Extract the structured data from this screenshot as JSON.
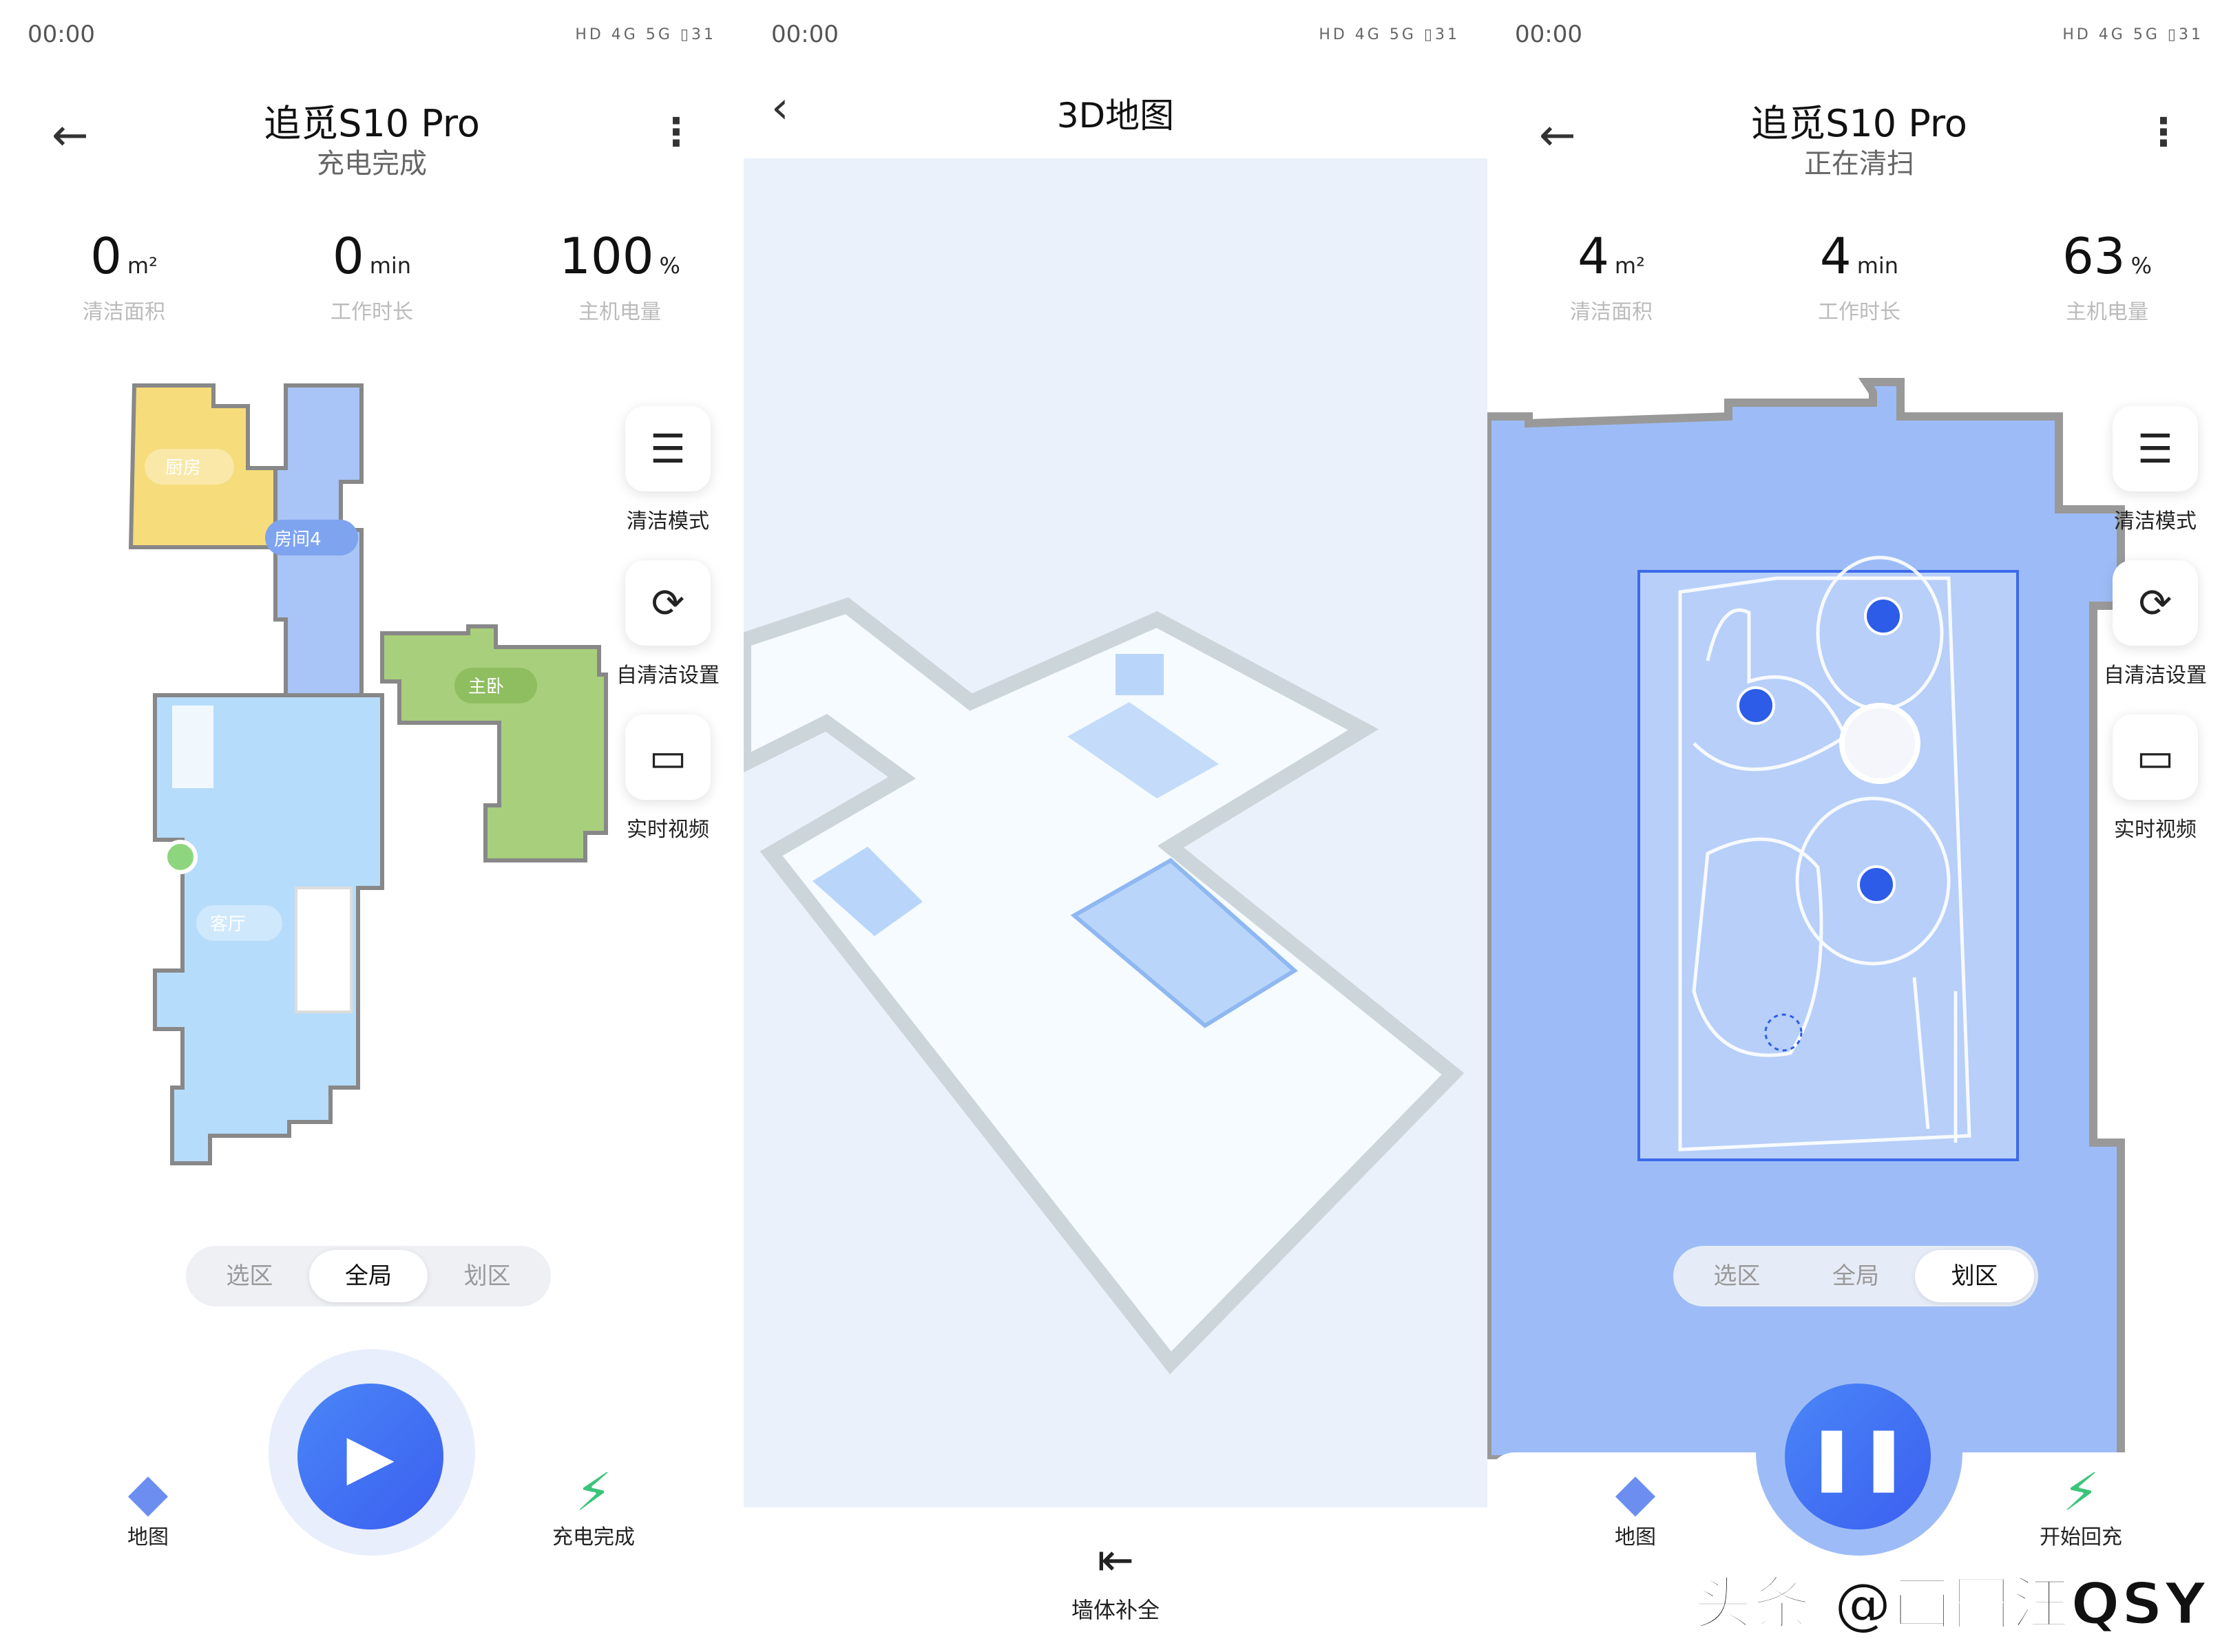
{
  "status_bar": {
    "time": "00:00",
    "icons": "HD 4G 5G",
    "battery": "31"
  },
  "panel1": {
    "title": "追觅S10 Pro",
    "subtitle": "充电完成",
    "stats": [
      {
        "value": "0",
        "unit": "m²",
        "label": "清洁面积"
      },
      {
        "value": "0",
        "unit": "min",
        "label": "工作时长"
      },
      {
        "value": "100",
        "unit": "%",
        "label": "主机电量"
      }
    ],
    "rooms": [
      {
        "name": "厨房",
        "color": "#f6dc7a"
      },
      {
        "name": "房间4",
        "color": "#a9c4f6"
      },
      {
        "name": "主卧",
        "color": "#a8cf7b"
      },
      {
        "name": "客厅",
        "color": "#b6dcfb"
      }
    ],
    "tools": [
      {
        "label": "清洁模式",
        "icon": "sliders-icon"
      },
      {
        "label": "自清洁设置",
        "icon": "self-clean-icon"
      },
      {
        "label": "实时视频",
        "icon": "video-icon"
      }
    ],
    "segments": [
      "选区",
      "全局",
      "划区"
    ],
    "active_segment": "全局",
    "nav": {
      "map": "地图",
      "charge": "充电完成"
    }
  },
  "panel2": {
    "title": "3D地图",
    "bottom_action": "墙体补全"
  },
  "panel3": {
    "title": "追觅S10 Pro",
    "subtitle": "正在清扫",
    "stats": [
      {
        "value": "4",
        "unit": "m²",
        "label": "清洁面积"
      },
      {
        "value": "4",
        "unit": "min",
        "label": "工作时长"
      },
      {
        "value": "63",
        "unit": "%",
        "label": "主机电量"
      }
    ],
    "tools": [
      {
        "label": "清洁模式"
      },
      {
        "label": "自清洁设置"
      },
      {
        "label": "实时视频"
      }
    ],
    "segments": [
      "选区",
      "全局",
      "划区"
    ],
    "active_segment": "划区",
    "nav": {
      "map": "地图",
      "recharge": "开始回充"
    }
  },
  "watermark": "头条 @画图汪QSY",
  "colors": {
    "accent": "#3b6ff2",
    "map_blue": "#9dbcf7",
    "bg3d": "#eaf1fb"
  }
}
